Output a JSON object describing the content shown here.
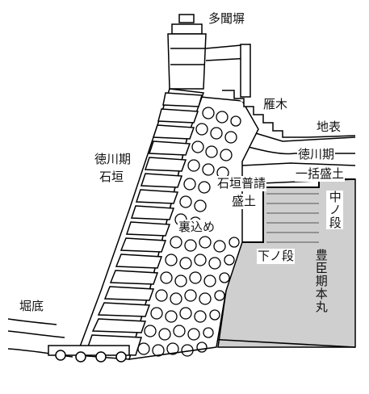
{
  "labels": {
    "tamon_yagura": "多聞塀",
    "gangi": "雁木",
    "chihyo": "地表",
    "tokugawa_ishigaki_1": "徳川期",
    "tokugawa_ishigaki_2": "石垣",
    "tokugawa_ikkatsu_1": "徳川期",
    "tokugawa_ikkatsu_2": "一括盛土",
    "ishigaki_fushin_1": "石垣普請",
    "ishigaki_fushin_2": "盛土",
    "naka_no_dan": "中ノ段",
    "uragome": "裏込め",
    "shimo_no_dan": "下ノ段",
    "toyotomi_honmaru": "豊臣期本丸",
    "horizoko": "堀底"
  }
}
